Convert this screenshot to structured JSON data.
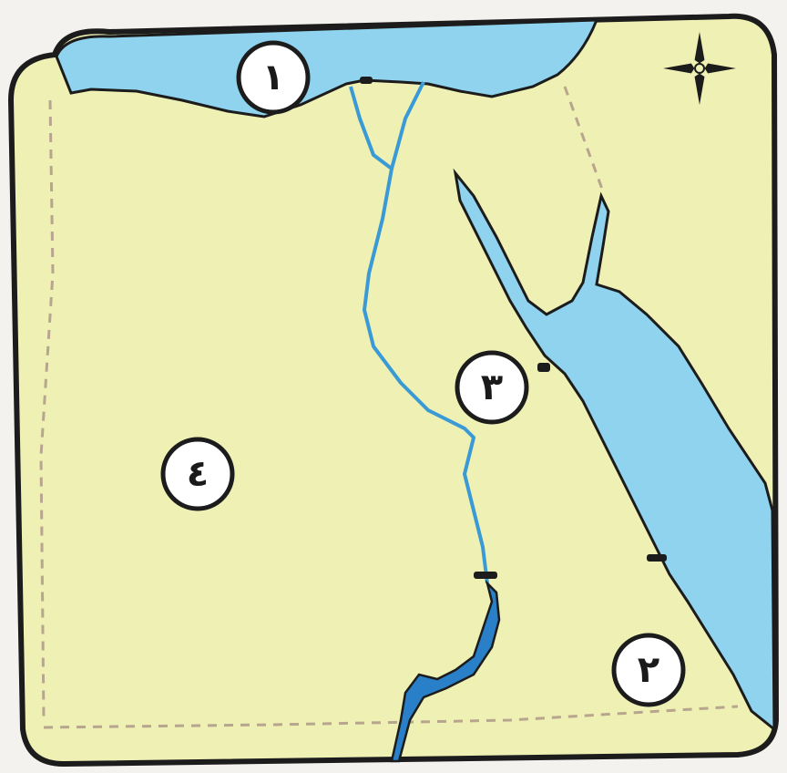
{
  "map": {
    "colors": {
      "land": "#eef0b4",
      "water": "#8fd3ee",
      "nile": "#3a9ad6",
      "lake": "#2a7fc9",
      "outline": "#1c1c1c",
      "border_dash": "#b8a58e",
      "marker_fill": "#ffffff",
      "marker_stroke": "#1c1c1c"
    },
    "compass": {
      "icon": "compass-rose-icon"
    },
    "markers": [
      {
        "id": "1",
        "label": "١",
        "region": "mediterranean-sea"
      },
      {
        "id": "2",
        "label": "٢",
        "region": "south-east-border-area"
      },
      {
        "id": "3",
        "label": "٣",
        "region": "red-sea-coast"
      },
      {
        "id": "4",
        "label": "٤",
        "region": "western-desert"
      }
    ]
  }
}
